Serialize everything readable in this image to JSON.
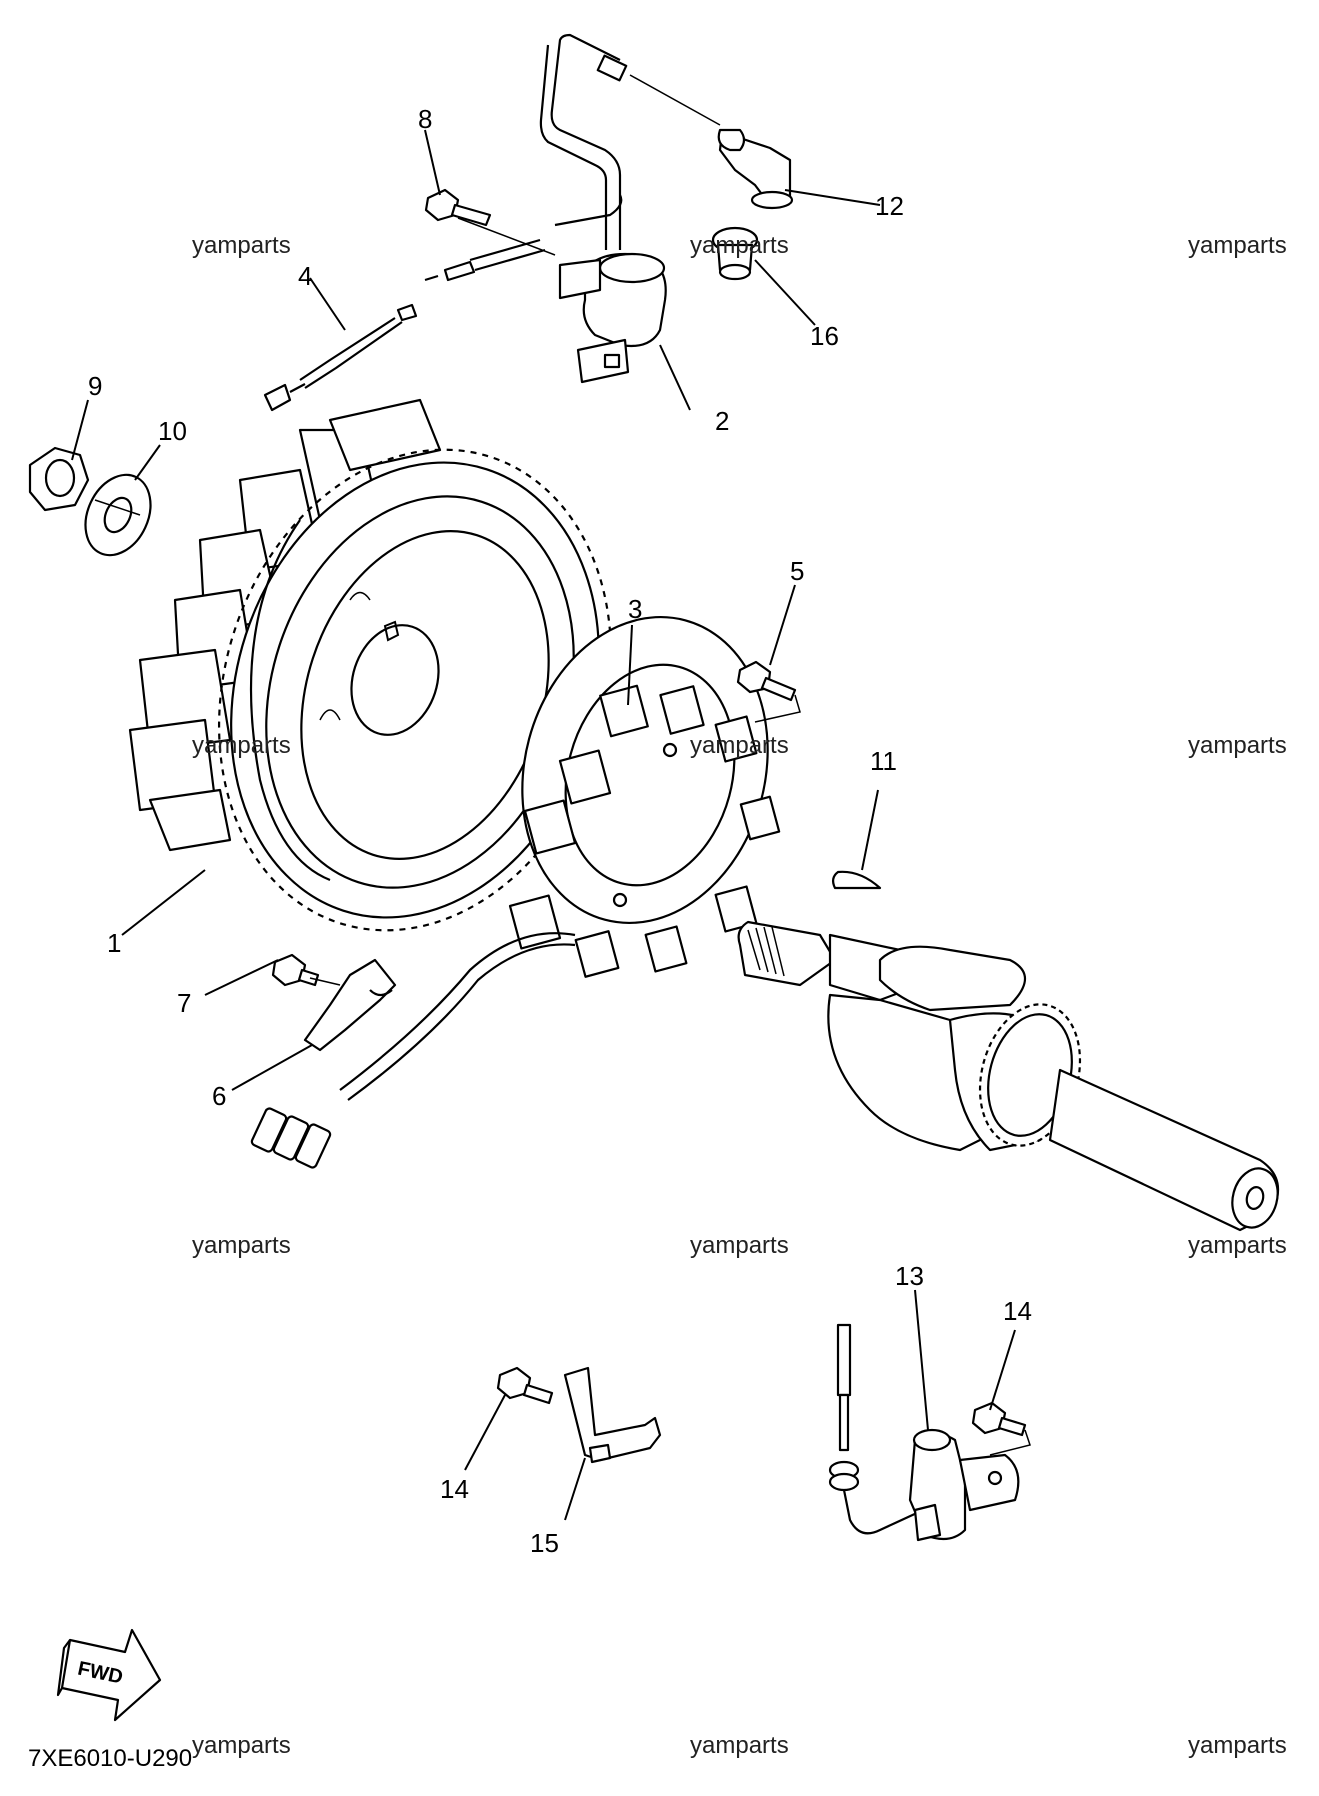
{
  "callouts": [
    "1",
    "2",
    "3",
    "4",
    "5",
    "6",
    "7",
    "8",
    "9",
    "10",
    "11",
    "12",
    "13",
    "14",
    "14",
    "15",
    "16"
  ],
  "watermark": "yamparts",
  "diagram_code": "7XE6010-U290",
  "fwd_label": "FWD"
}
